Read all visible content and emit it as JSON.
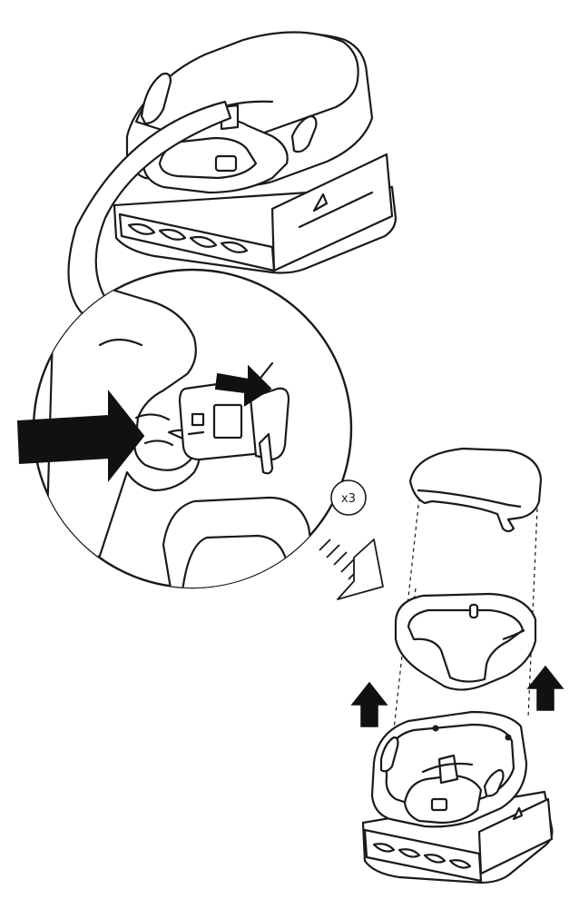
{
  "diagram": {
    "title": "",
    "callout_label": "x3",
    "colors": {
      "line": "#1a1a1a",
      "fill_dark": "#111111",
      "fill_light": "#ffffff"
    },
    "parts": [
      {
        "name": "assembled-booster-seat"
      },
      {
        "name": "buckle-detail-magnifier"
      },
      {
        "name": "tray-cover"
      },
      {
        "name": "seat-insert"
      },
      {
        "name": "booster-base"
      }
    ],
    "arrows": [
      {
        "name": "push-arrow-large",
        "style": "solid"
      },
      {
        "name": "push-arrow-small",
        "style": "solid"
      },
      {
        "name": "repeat-arrow",
        "style": "hatched"
      },
      {
        "name": "lift-arrow-left",
        "style": "solid"
      },
      {
        "name": "lift-arrow-right",
        "style": "solid"
      }
    ]
  }
}
